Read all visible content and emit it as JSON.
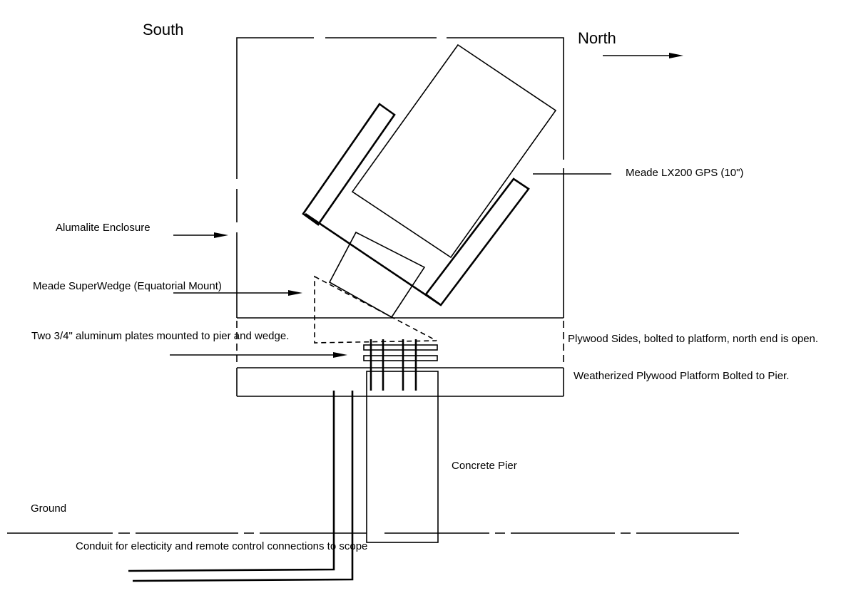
{
  "labels": {
    "south": "South",
    "north": "North",
    "telescope": "Meade LX200 GPS (10\")",
    "enclosure": "Alumalite Enclosure",
    "wedge": "Meade SuperWedge (Equatorial Mount)",
    "plates": "Two 3/4\" aluminum plates mounted to pier and wedge.",
    "sides": "Plywood Sides, bolted to platform, north end is open.",
    "platform": "Weatherized Plywood Platform Bolted to Pier.",
    "pier": "Concrete Pier",
    "ground": "Ground",
    "conduit": "Conduit for electicity and remote control connections to scope"
  }
}
